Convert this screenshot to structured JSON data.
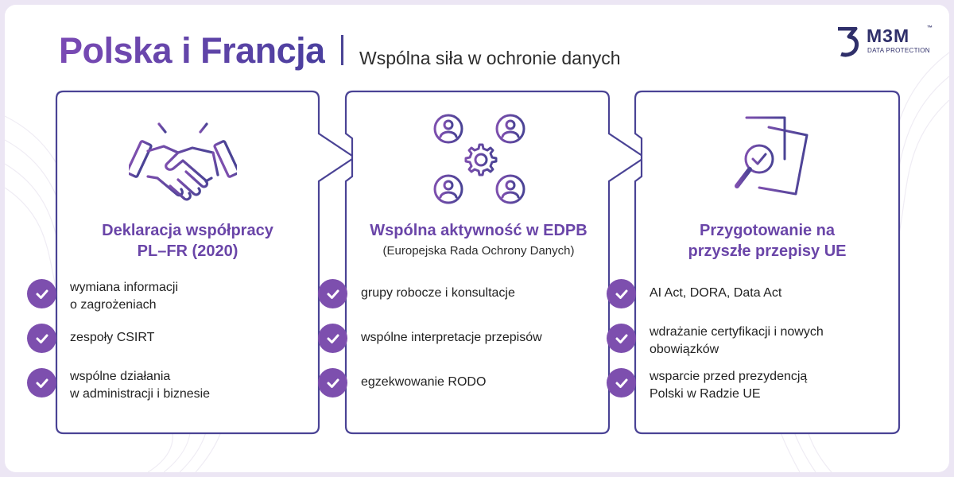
{
  "header": {
    "title": "Polska i Francja",
    "subtitle": "Wspólna siła w ochronie danych"
  },
  "logo": {
    "name": "M3M",
    "tm": "™",
    "tagline": "DATA PROTECTION"
  },
  "colors": {
    "accent": "#6a45a8",
    "check": "#7d4fae",
    "border": "#4a4395"
  },
  "cards": [
    {
      "icon": "handshake-icon",
      "title": [
        "Deklaracja współpracy",
        "PL–FR (2020)"
      ],
      "subtitle": "",
      "items": [
        [
          "wymiana informacji",
          "o zagrożeniach"
        ],
        [
          "zespoły CSIRT"
        ],
        [
          "wspólne działania",
          "w administracji i biznesie"
        ]
      ]
    },
    {
      "icon": "team-gear-icon",
      "title": [
        "Wspólna aktywność w EDPB"
      ],
      "subtitle": "(Europejska Rada Ochrony Danych)",
      "items": [
        [
          "grupy robocze i konsultacje"
        ],
        [
          "wspólne interpretacje przepisów"
        ],
        [
          "egzekwowanie RODO"
        ]
      ]
    },
    {
      "icon": "document-magnifier-icon",
      "title": [
        "Przygotowanie na",
        "przyszłe przepisy UE"
      ],
      "subtitle": "",
      "items": [
        [
          "AI Act, DORA, Data Act"
        ],
        [
          "wdrażanie certyfikacji i nowych",
          "obowiązków"
        ],
        [
          "wsparcie przed prezydencją",
          "Polski w Radzie UE"
        ]
      ]
    }
  ]
}
